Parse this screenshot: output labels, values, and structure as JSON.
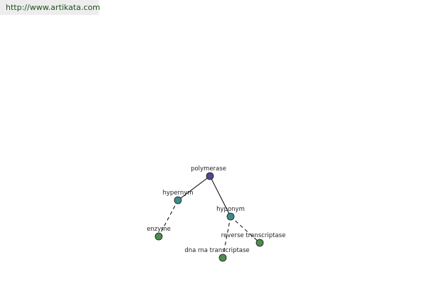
{
  "header": {
    "url": "http://www.artikata.com"
  },
  "graph": {
    "nodes": [
      {
        "id": "polymerase",
        "label": "polymerase",
        "color": "#4a4a8c"
      },
      {
        "id": "hypernym",
        "label": "hypernym",
        "color": "#3f8a8a"
      },
      {
        "id": "hyponym",
        "label": "hyponym",
        "color": "#3f8a8a"
      },
      {
        "id": "enzyme",
        "label": "enzyme",
        "color": "#4d8c4d"
      },
      {
        "id": "reverse_transcriptase",
        "label": "reverse transcriptase",
        "color": "#4d8c4d"
      },
      {
        "id": "dna_rna_transcriptase",
        "label": "dna rna transcriptase",
        "color": "#4d8c4d"
      }
    ],
    "edges": [
      {
        "from": "polymerase",
        "to": "hypernym",
        "style": "solid"
      },
      {
        "from": "polymerase",
        "to": "hyponym",
        "style": "solid"
      },
      {
        "from": "hypernym",
        "to": "enzyme",
        "style": "dashed"
      },
      {
        "from": "hyponym",
        "to": "reverse_transcriptase",
        "style": "dashed"
      },
      {
        "from": "hyponym",
        "to": "dna_rna_transcriptase",
        "style": "dashed"
      }
    ]
  }
}
